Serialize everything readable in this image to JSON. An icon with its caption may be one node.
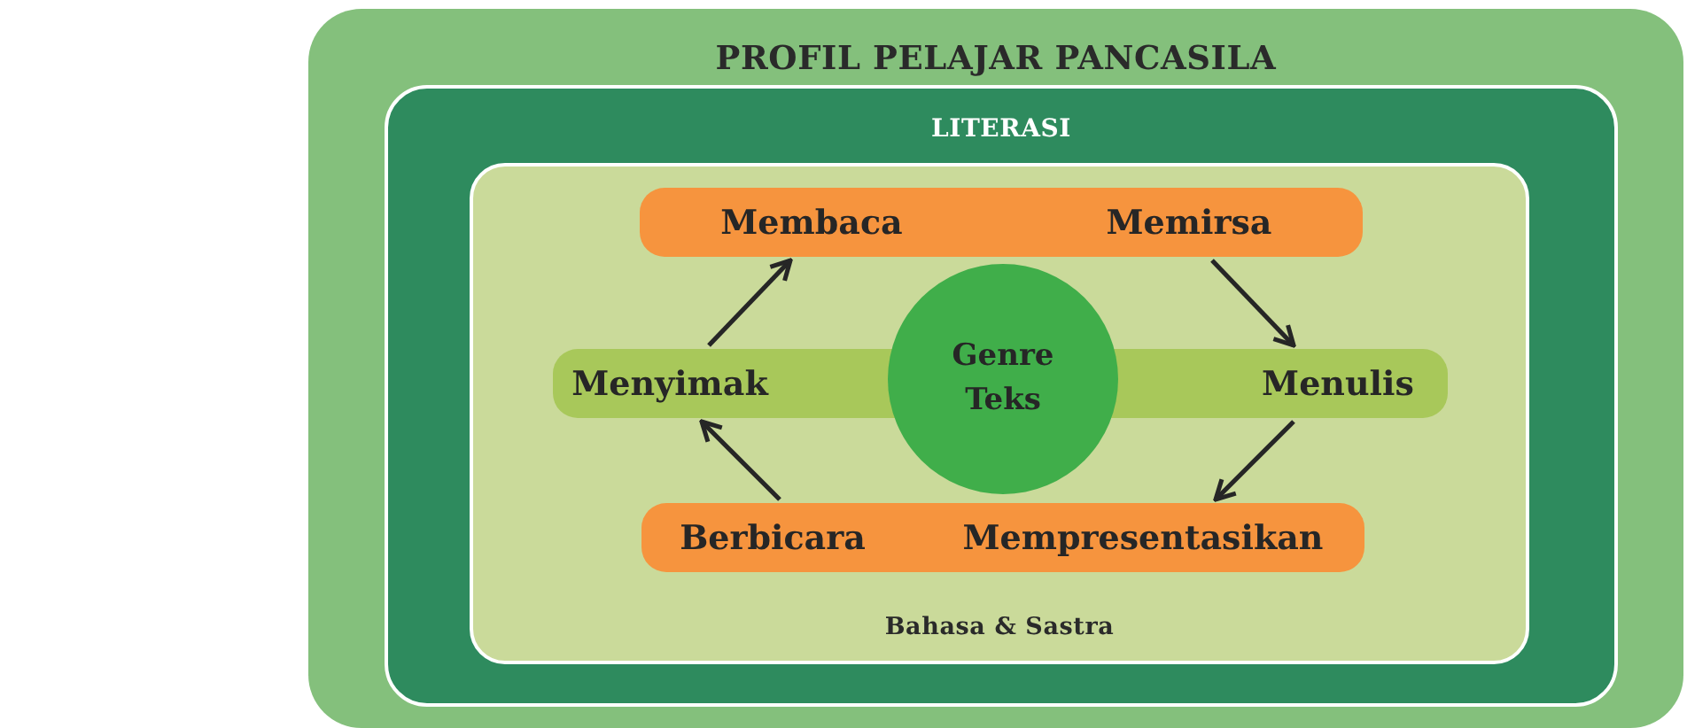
{
  "diagram": {
    "nodes": [
      {
        "text": [
          "PROFIL PELAJAR PANCASILA"
        ]
      },
      {
        "text": [
          "LITERASI"
        ],
        "in": 0
      },
      {
        "text": [
          "Bahasa & Sastra"
        ],
        "in": 1
      },
      {
        "text": [],
        "shape": "bar",
        "in": 2
      },
      {
        "text": [
          "Membaca"
        ],
        "in": 3
      },
      {
        "text": [
          "Memirsa"
        ],
        "in": 3
      },
      {
        "text": [],
        "shape": "bar",
        "in": 2
      },
      {
        "text": [
          "Menyimak"
        ],
        "in": 6
      },
      {
        "text": [
          "Genre Teks"
        ],
        "in": 2
      },
      {
        "text": [
          "Menulis"
        ],
        "in": 6
      },
      {
        "text": [],
        "shape": "bar",
        "in": 2
      },
      {
        "text": [
          "Berbicara"
        ],
        "in": 10
      },
      {
        "text": [
          "Mempresentasikan"
        ],
        "in": 10
      }
    ],
    "edges": [
      {
        "from": 7,
        "to": 4,
        "arrow": "to"
      },
      {
        "from": 5,
        "to": 9,
        "arrow": "to"
      },
      {
        "from": 9,
        "to": 12,
        "arrow": "to"
      },
      {
        "from": 11,
        "to": 7,
        "arrow": "to"
      }
    ]
  }
}
